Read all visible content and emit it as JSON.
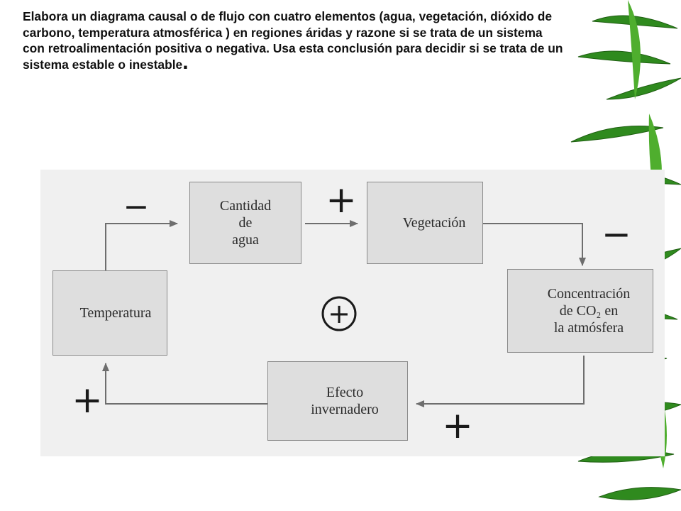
{
  "prompt": {
    "text": "Elabora un diagrama causal o de flujo con cuatro elementos (agua, vegetación, dióxido de carbono, temperatura atmosférica ) en regiones áridas y razone si se trata de un sistema con retroalimentación positiva o negativa. Usa esta conclusión para decidir si se trata de un sistema estable o inestable",
    "end": "."
  },
  "diagram": {
    "nodes": {
      "water": [
        "Cantidad",
        "de",
        "agua"
      ],
      "vegetation": [
        "Vegetación"
      ],
      "co2": [
        "Concentración",
        "de CO₂ en",
        "la atmósfera"
      ],
      "greenhouse": [
        "Efecto",
        "invernadero"
      ],
      "temperature": [
        "Temperatura"
      ]
    },
    "links": {
      "temperature_to_water": "−",
      "water_to_vegetation": "+",
      "vegetation_to_co2": "−",
      "co2_to_greenhouse": "+",
      "greenhouse_to_temperature": "+"
    },
    "loop_polarity": "+"
  },
  "colors": {
    "box_fill": "#dedede",
    "line": "#6e6e6e",
    "sign": "#1a1a1a",
    "leaf": "#2f8a1e"
  }
}
